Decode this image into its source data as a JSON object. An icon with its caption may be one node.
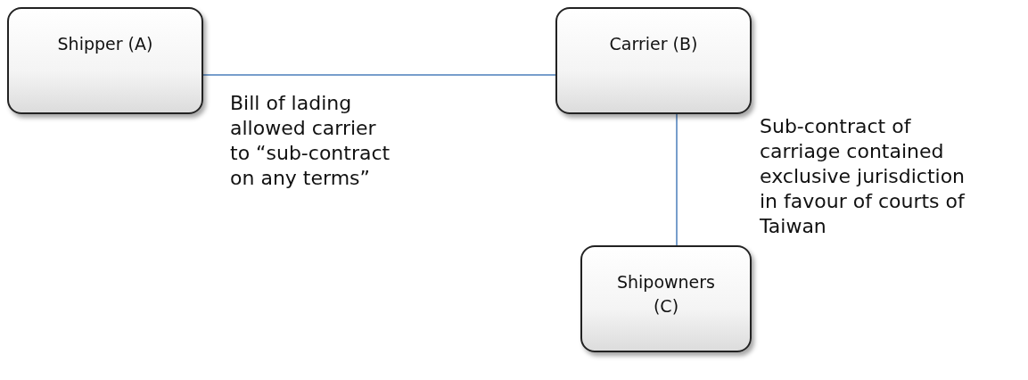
{
  "diagram": {
    "nodes": [
      {
        "text": [
          "Shipper (A)"
        ]
      },
      {
        "text": [
          "Carrier (B)"
        ]
      },
      {
        "text": [
          "Shipowners (C)"
        ]
      }
    ],
    "edges": [
      {
        "from": 0,
        "to": 1,
        "arrow": "none",
        "label": "Bill of lading allowed carrier to “sub-contract on any terms”"
      },
      {
        "from": 1,
        "to": 2,
        "arrow": "none",
        "label": "Sub-contract of carriage contained exclusive jurisdiction in favour of courts of Taiwan"
      }
    ]
  }
}
